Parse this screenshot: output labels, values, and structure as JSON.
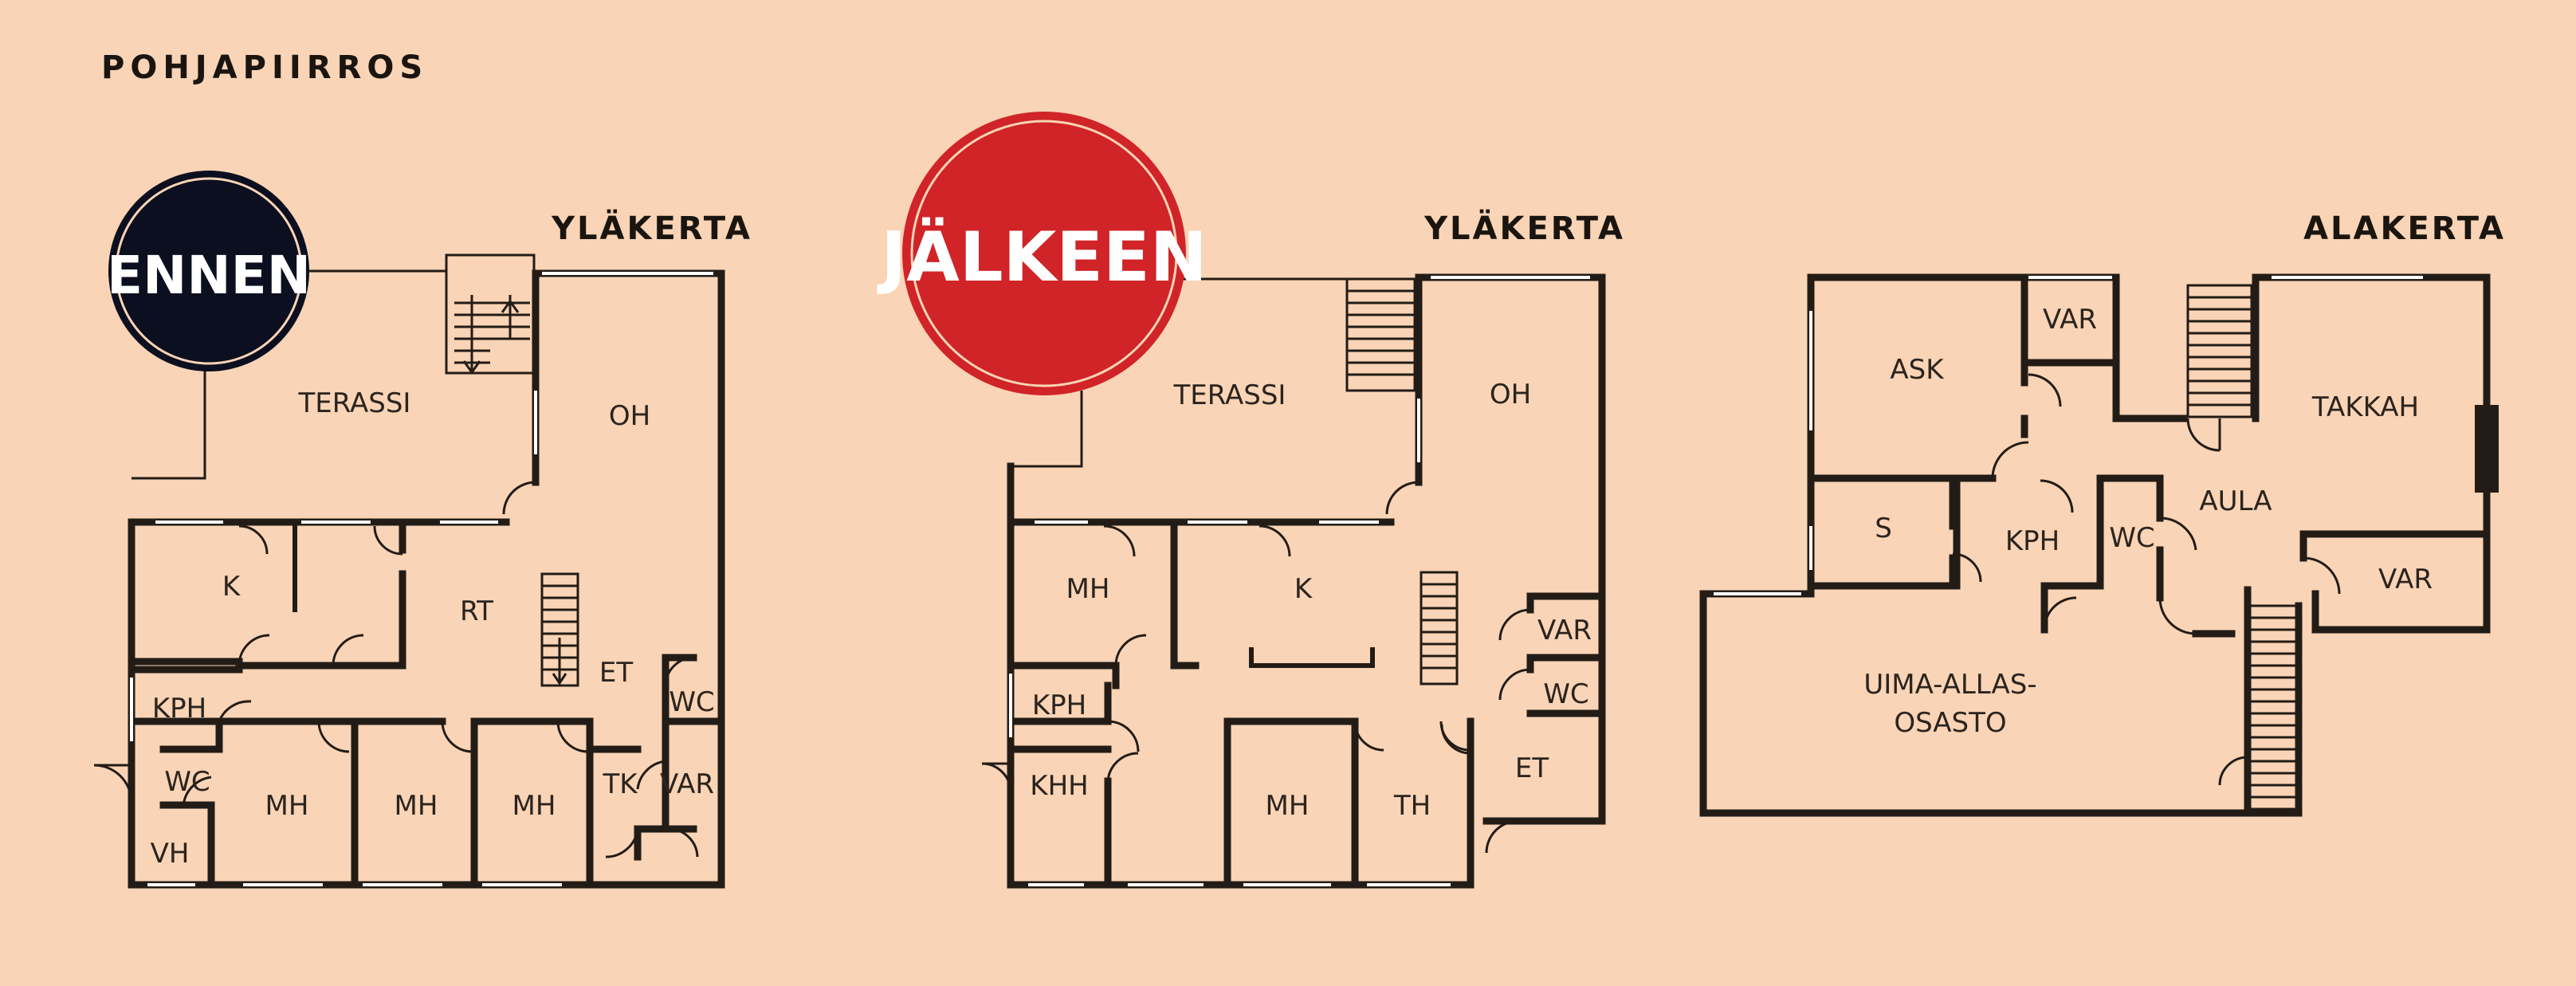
{
  "title": "POHJAPIIRROS",
  "badges": {
    "before": "ENNEN",
    "after": "JÄLKEEN"
  },
  "colors": {
    "background": "#f9d4b6",
    "walls": "#231c16",
    "before_badge": "#0c0f1f",
    "after_badge": "#d02428",
    "windows": "#ffffff"
  },
  "floors": {
    "before": "YLÄKERTA",
    "after_upper": "YLÄKERTA",
    "after_lower": "ALAKERTA"
  },
  "before_rooms": {
    "terassi": "TERASSI",
    "oh": "OH",
    "k": "K",
    "rt": "RT",
    "et": "ET",
    "wc1": "WC",
    "kph": "KPH",
    "wc2": "WC",
    "mh1": "MH",
    "mh2": "MH",
    "mh3": "MH",
    "tk": "TK",
    "var": "VAR",
    "vh": "VH"
  },
  "after_upper_rooms": {
    "terassi": "TERASSI",
    "oh": "OH",
    "mh1": "MH",
    "k": "K",
    "var": "VAR",
    "wc": "WC",
    "kph": "KPH",
    "khh": "KHH",
    "mh2": "MH",
    "th": "TH",
    "et": "ET"
  },
  "after_lower_rooms": {
    "ask": "ASK",
    "var1": "VAR",
    "takkah": "TAKKAH",
    "s": "S",
    "kph": "KPH",
    "wc": "WC",
    "aula": "AULA",
    "var2": "VAR",
    "uima1": "UIMA-ALLAS-",
    "uima2": "OSASTO"
  }
}
